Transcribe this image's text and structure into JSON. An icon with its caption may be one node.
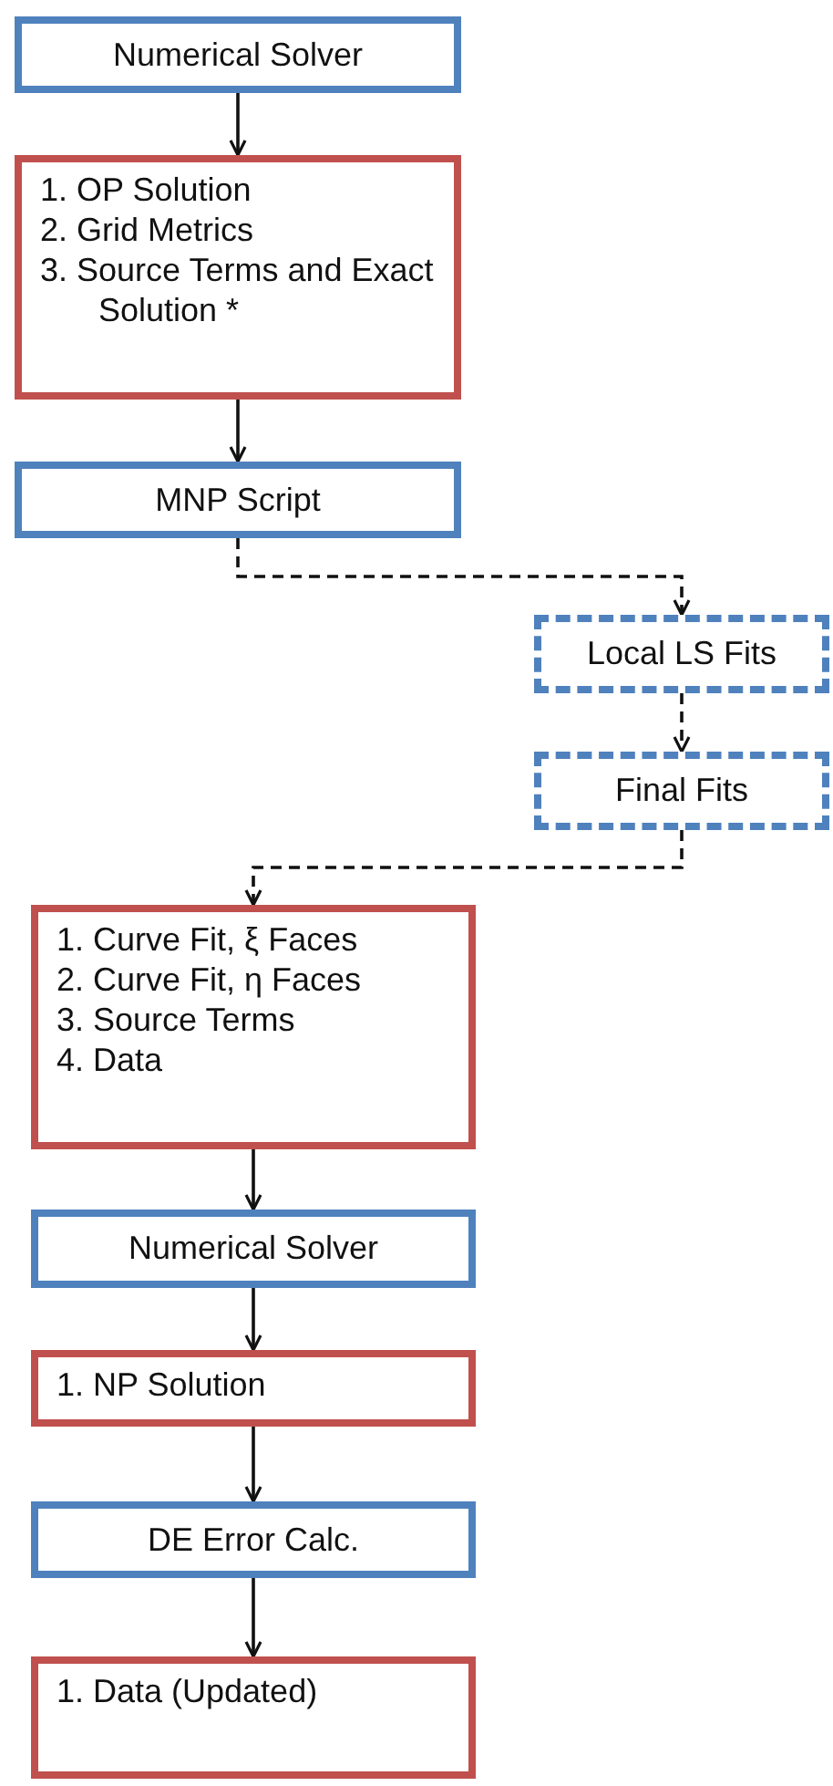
{
  "diagram": {
    "nodes": [
      {
        "text": [
          "Numerical Solver"
        ]
      },
      {
        "text": [
          "1. OP Solution",
          "2. Grid Metrics",
          "3. Source Terms and Exact Solution *"
        ]
      },
      {
        "text": [
          "MNP Script"
        ]
      },
      {
        "text": [
          "Local LS Fits"
        ]
      },
      {
        "text": [
          "Final Fits"
        ]
      },
      {
        "text": [
          "1. Curve Fit, ξ Faces",
          "2. Curve Fit, η Faces",
          "3. Source Terms",
          "4. Data"
        ]
      },
      {
        "text": [
          "Numerical Solver"
        ]
      },
      {
        "text": [
          "1. NP Solution"
        ]
      },
      {
        "text": [
          "DE Error Calc."
        ]
      },
      {
        "text": [
          "1. Data (Updated)"
        ]
      }
    ],
    "edges": [
      {
        "from": 0,
        "to": 1,
        "arrow": "to"
      },
      {
        "from": 1,
        "to": 2,
        "arrow": "to"
      },
      {
        "from": 2,
        "to": 3,
        "arrow": "to",
        "style": "dashed"
      },
      {
        "from": 3,
        "to": 4,
        "arrow": "to",
        "style": "dashed"
      },
      {
        "from": 4,
        "to": 5,
        "arrow": "to",
        "style": "dashed"
      },
      {
        "from": 5,
        "to": 6,
        "arrow": "to"
      },
      {
        "from": 6,
        "to": 7,
        "arrow": "to"
      },
      {
        "from": 7,
        "to": 8,
        "arrow": "to"
      },
      {
        "from": 8,
        "to": 9,
        "arrow": "to"
      }
    ]
  }
}
